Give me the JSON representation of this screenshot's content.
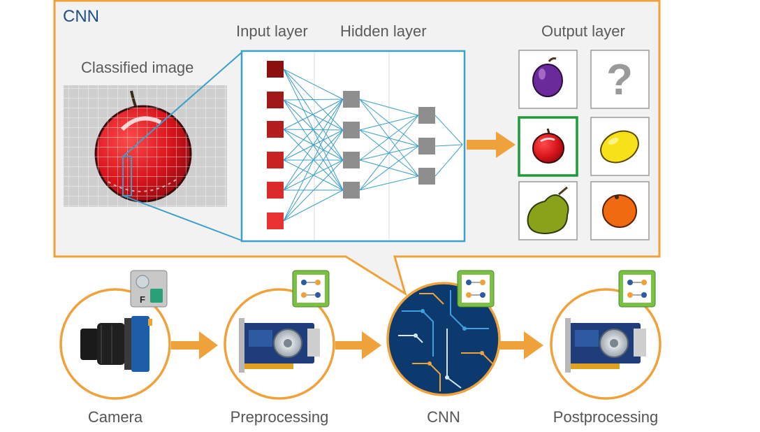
{
  "title": "CNN",
  "labels": {
    "classified_image": "Classified image",
    "input_layer": "Input layer",
    "hidden_layer": "Hidden layer",
    "output_layer": "Output layer",
    "unknown_mark": "?"
  },
  "pipeline": [
    {
      "label": "Camera",
      "icon": "camera-icon"
    },
    {
      "label": "Preprocessing",
      "icon": "graphics-card-icon"
    },
    {
      "label": "CNN",
      "icon": "circuit-board-icon"
    },
    {
      "label": "Postprocessing",
      "icon": "graphics-card-icon"
    }
  ],
  "badges": {
    "camera_badge_letter": "F"
  },
  "outputs": [
    "plum-icon",
    "unknown-icon",
    "apple-icon",
    "lemon-icon",
    "pear-icon",
    "orange-icon"
  ],
  "colors": {
    "frame": "#f0a23a",
    "panel": "#f2f2f2",
    "network": "#3a9fc9",
    "selected": "#1e9a3a",
    "title": "#1f4e8c",
    "node": "#8e8e8e"
  }
}
